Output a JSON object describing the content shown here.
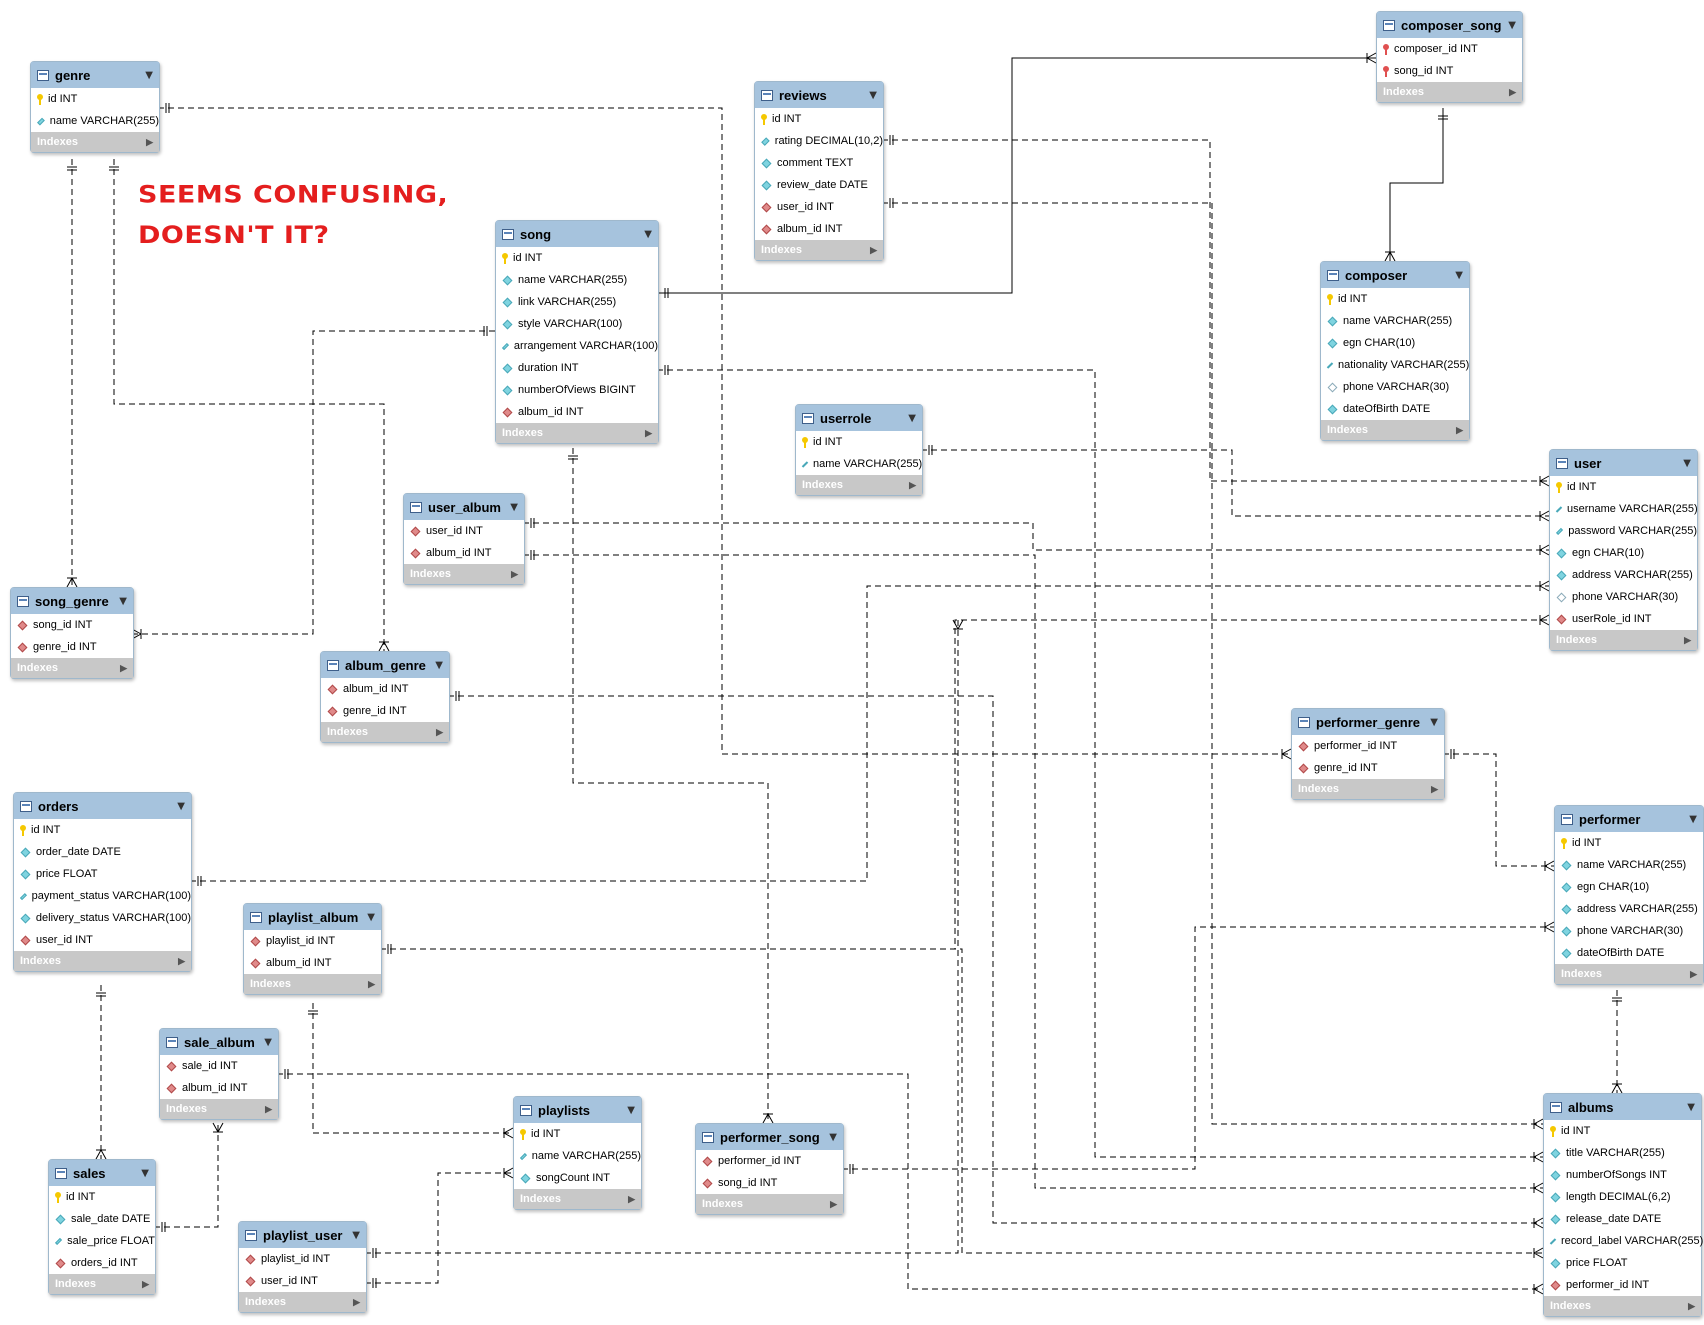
{
  "caption": {
    "line1": "SEEMS CONFUSING,",
    "line2": "DOESN'T IT?"
  },
  "footer_label": "Indexes",
  "colors": {
    "header": "#a6c3dd",
    "footer": "#c8c8c8",
    "caption": "#e41e1e",
    "pk_key": "#f5c800",
    "fk_key": "#e05050"
  },
  "tables": [
    {
      "name": "genre",
      "columns": [
        {
          "text": "id INT",
          "icon": "pk"
        },
        {
          "text": "name VARCHAR(255)",
          "icon": "attr"
        }
      ]
    },
    {
      "name": "reviews",
      "columns": [
        {
          "text": "id INT",
          "icon": "pk"
        },
        {
          "text": "rating DECIMAL(10,2)",
          "icon": "attr"
        },
        {
          "text": "comment TEXT",
          "icon": "attr"
        },
        {
          "text": "review_date DATE",
          "icon": "attr"
        },
        {
          "text": "user_id INT",
          "icon": "fk"
        },
        {
          "text": "album_id INT",
          "icon": "fk"
        }
      ]
    },
    {
      "name": "composer_song",
      "columns": [
        {
          "text": "composer_id INT",
          "icon": "pkfk"
        },
        {
          "text": "song_id INT",
          "icon": "pkfk"
        }
      ]
    },
    {
      "name": "song",
      "columns": [
        {
          "text": "id INT",
          "icon": "pk"
        },
        {
          "text": "name VARCHAR(255)",
          "icon": "attr"
        },
        {
          "text": "link VARCHAR(255)",
          "icon": "attr"
        },
        {
          "text": "style VARCHAR(100)",
          "icon": "attr"
        },
        {
          "text": "arrangement VARCHAR(100)",
          "icon": "attr"
        },
        {
          "text": "duration INT",
          "icon": "attr"
        },
        {
          "text": "numberOfViews BIGINT",
          "icon": "attr"
        },
        {
          "text": "album_id INT",
          "icon": "fk"
        }
      ]
    },
    {
      "name": "composer",
      "columns": [
        {
          "text": "id INT",
          "icon": "pk"
        },
        {
          "text": "name VARCHAR(255)",
          "icon": "attr"
        },
        {
          "text": "egn CHAR(10)",
          "icon": "attr"
        },
        {
          "text": "nationality VARCHAR(255)",
          "icon": "attr"
        },
        {
          "text": "phone VARCHAR(30)",
          "icon": "null"
        },
        {
          "text": "dateOfBirth DATE",
          "icon": "attr"
        }
      ]
    },
    {
      "name": "userrole",
      "columns": [
        {
          "text": "id INT",
          "icon": "pk"
        },
        {
          "text": "name VARCHAR(255)",
          "icon": "attr"
        }
      ]
    },
    {
      "name": "user",
      "columns": [
        {
          "text": "id INT",
          "icon": "pk"
        },
        {
          "text": "username VARCHAR(255)",
          "icon": "attr"
        },
        {
          "text": "password VARCHAR(255)",
          "icon": "attr"
        },
        {
          "text": "egn CHAR(10)",
          "icon": "attr"
        },
        {
          "text": "address VARCHAR(255)",
          "icon": "attr"
        },
        {
          "text": "phone VARCHAR(30)",
          "icon": "null"
        },
        {
          "text": "userRole_id INT",
          "icon": "fk"
        }
      ]
    },
    {
      "name": "user_album",
      "columns": [
        {
          "text": "user_id INT",
          "icon": "fk"
        },
        {
          "text": "album_id INT",
          "icon": "fk"
        }
      ]
    },
    {
      "name": "song_genre",
      "columns": [
        {
          "text": "song_id INT",
          "icon": "fk"
        },
        {
          "text": "genre_id INT",
          "icon": "fk"
        }
      ]
    },
    {
      "name": "album_genre",
      "columns": [
        {
          "text": "album_id INT",
          "icon": "fk"
        },
        {
          "text": "genre_id INT",
          "icon": "fk"
        }
      ]
    },
    {
      "name": "performer_genre",
      "columns": [
        {
          "text": "performer_id INT",
          "icon": "fk"
        },
        {
          "text": "genre_id INT",
          "icon": "fk"
        }
      ]
    },
    {
      "name": "orders",
      "columns": [
        {
          "text": "id INT",
          "icon": "pk"
        },
        {
          "text": "order_date DATE",
          "icon": "attr"
        },
        {
          "text": "price FLOAT",
          "icon": "attr"
        },
        {
          "text": "payment_status VARCHAR(100)",
          "icon": "attr"
        },
        {
          "text": "delivery_status VARCHAR(100)",
          "icon": "attr"
        },
        {
          "text": "user_id INT",
          "icon": "fk"
        }
      ]
    },
    {
      "name": "performer",
      "columns": [
        {
          "text": "id INT",
          "icon": "pk"
        },
        {
          "text": "name VARCHAR(255)",
          "icon": "attr"
        },
        {
          "text": "egn CHAR(10)",
          "icon": "attr"
        },
        {
          "text": "address VARCHAR(255)",
          "icon": "attr"
        },
        {
          "text": "phone VARCHAR(30)",
          "icon": "attr"
        },
        {
          "text": "dateOfBirth DATE",
          "icon": "attr"
        }
      ]
    },
    {
      "name": "playlist_album",
      "columns": [
        {
          "text": "playlist_id INT",
          "icon": "fk"
        },
        {
          "text": "album_id INT",
          "icon": "fk"
        }
      ]
    },
    {
      "name": "sale_album",
      "columns": [
        {
          "text": "sale_id INT",
          "icon": "fk"
        },
        {
          "text": "album_id INT",
          "icon": "fk"
        }
      ]
    },
    {
      "name": "playlists",
      "columns": [
        {
          "text": "id INT",
          "icon": "pk"
        },
        {
          "text": "name VARCHAR(255)",
          "icon": "attr"
        },
        {
          "text": "songCount INT",
          "icon": "attr"
        }
      ]
    },
    {
      "name": "performer_song",
      "columns": [
        {
          "text": "performer_id INT",
          "icon": "fk"
        },
        {
          "text": "song_id INT",
          "icon": "fk"
        }
      ]
    },
    {
      "name": "sales",
      "columns": [
        {
          "text": "id INT",
          "icon": "pk"
        },
        {
          "text": "sale_date DATE",
          "icon": "attr"
        },
        {
          "text": "sale_price FLOAT",
          "icon": "attr"
        },
        {
          "text": "orders_id INT",
          "icon": "fk"
        }
      ]
    },
    {
      "name": "playlist_user",
      "columns": [
        {
          "text": "playlist_id INT",
          "icon": "fk"
        },
        {
          "text": "user_id INT",
          "icon": "fk"
        }
      ]
    },
    {
      "name": "albums",
      "columns": [
        {
          "text": "id INT",
          "icon": "pk"
        },
        {
          "text": "title VARCHAR(255)",
          "icon": "attr"
        },
        {
          "text": "numberOfSongs INT",
          "icon": "attr"
        },
        {
          "text": "length DECIMAL(6,2)",
          "icon": "attr"
        },
        {
          "text": "release_date DATE",
          "icon": "attr"
        },
        {
          "text": "record_label VARCHAR(255)",
          "icon": "attr"
        },
        {
          "text": "price FLOAT",
          "icon": "attr"
        },
        {
          "text": "performer_id INT",
          "icon": "fk"
        }
      ]
    }
  ]
}
